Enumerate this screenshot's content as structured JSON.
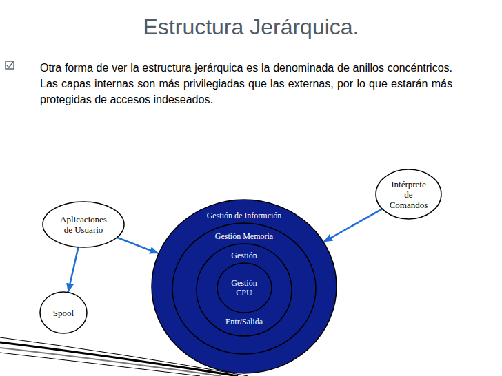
{
  "diagram": {
    "title": "Estructura Jerárquica.",
    "nodes": [
      {
        "text": [
          "Aplicaciones de Usuario"
        ]
      },
      {
        "text": [
          "Gestión de Informción"
        ]
      },
      {
        "text": [
          "Gestión Memoria"
        ],
        "in": 1
      },
      {
        "text": [
          "Gestión",
          "Entr/Salida"
        ],
        "in": 2
      },
      {
        "text": [
          "Gestión CPU"
        ],
        "in": 3
      },
      {
        "text": [
          "Intérprete de Comandos"
        ]
      },
      {
        "text": [
          "Spool"
        ]
      }
    ],
    "edges": [
      {
        "from": 0,
        "to": 1,
        "arrow": "to"
      },
      {
        "from": 5,
        "to": 1,
        "arrow": "to"
      },
      {
        "from": 0,
        "to": 6,
        "arrow": "to"
      }
    ],
    "labels": [
      "Otra forma de ver la estructura jerárquica es la denominada de anillos concéntricos. Las capas internas son más privilegiadas que las externas, por lo que estarán más protegidas de accesos indeseados."
    ]
  }
}
